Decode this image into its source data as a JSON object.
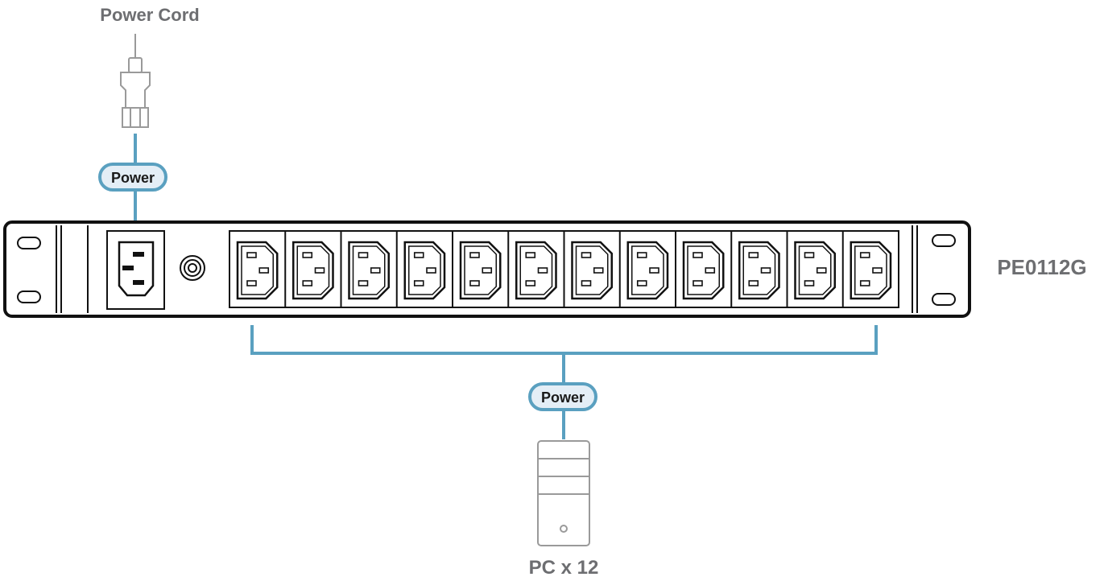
{
  "labels": {
    "power_cord": "Power Cord",
    "model": "PE0112G",
    "pc_count": "PC x 12",
    "power_top": "Power",
    "power_bottom": "Power"
  },
  "outlets": {
    "count": 12
  },
  "colors": {
    "link_line": "#5aa0c0",
    "pill_fill": "#e4eef6",
    "outline": "#111111",
    "label_grey": "#6d6e71",
    "icon_grey": "#9a9a9a"
  }
}
